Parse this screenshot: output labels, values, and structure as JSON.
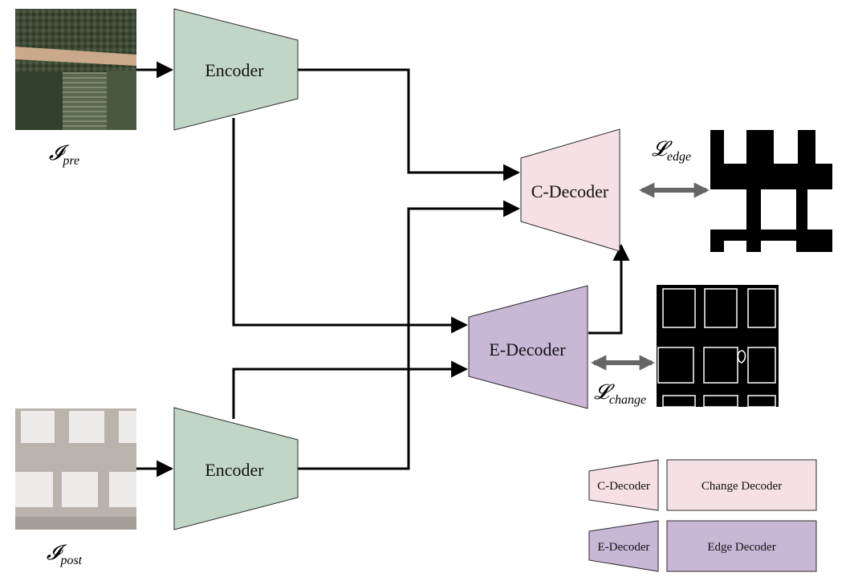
{
  "blocks": {
    "encoder_top": "Encoder",
    "encoder_bottom": "Encoder",
    "c_decoder": "C-Decoder",
    "e_decoder": "E-Decoder"
  },
  "inputs": {
    "pre": {
      "symbol": "𝓘",
      "subscript": "pre"
    },
    "post": {
      "symbol": "𝓘",
      "subscript": "post"
    }
  },
  "losses": {
    "edge": {
      "symbol": "𝓛",
      "subscript": "edge"
    },
    "change": {
      "symbol": "𝓛",
      "subscript": "change"
    }
  },
  "legend": {
    "c_decoder_short": "C-Decoder",
    "c_decoder_full": "Change Decoder",
    "e_decoder_short": "E-Decoder",
    "e_decoder_full": "Edge Decoder"
  },
  "colors": {
    "encoder": "#c2d6c8",
    "c_decoder": "#f4e0e5",
    "e_decoder": "#c9b7d6",
    "double_arrow": "#666666"
  }
}
